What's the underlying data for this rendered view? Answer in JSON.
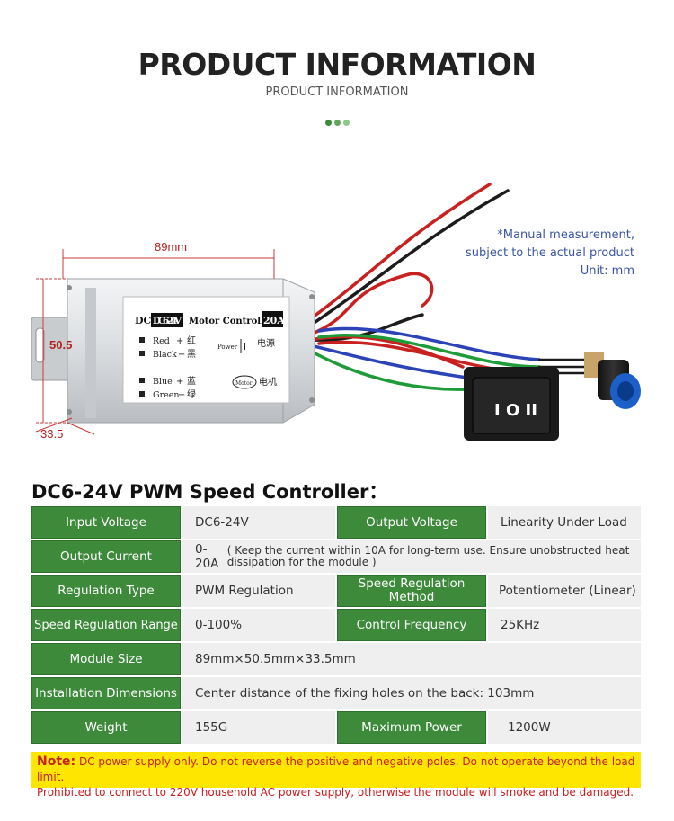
{
  "header": {
    "title": "PRODUCT INFORMATION",
    "subtitle": "PRODUCT INFORMATION"
  },
  "colors": {
    "accent_green": "#3d8a3b",
    "dot_dark": "#3d8a3b",
    "dot_light": "#8cc78a",
    "note_bg": "#ffe600",
    "note_text": "#c82020"
  },
  "measurement_note": {
    "line1": "*Manual measurement,",
    "line2": "subject to the actual product",
    "line3": "Unit: mm"
  },
  "dimensions": {
    "length": "89mm",
    "height": "50.5",
    "depth": "33.5"
  },
  "device_label": {
    "voltage": "DC6-24V",
    "name": "Motor Controller",
    "current": "20A",
    "red": "Red",
    "black": "Black",
    "blue": "Blue",
    "green": "Green",
    "red_cn": "红",
    "black_cn": "黑",
    "blue_cn": "蓝",
    "green_cn": "绿",
    "power": "Power",
    "power_cn": "电源",
    "motor": "Motor",
    "motor_cn": "电机",
    "switch_label": "I O II"
  },
  "spec_title": "DC6-24V PWM Speed Controller：",
  "specs": {
    "input_voltage_label": "Input Voltage",
    "input_voltage_value": "DC6-24V",
    "output_voltage_label": "Output  Voltage",
    "output_voltage_value": "Linearity Under Load",
    "output_current_label": "Output Current",
    "output_current_value": "0-20A",
    "output_current_note": "( Keep the current within 10A for long-term use. Ensure unobstructed heat dissipation for the module )",
    "regulation_type_label": "Regulation Type",
    "regulation_type_value": "PWM Regulation",
    "speed_method_label": "Speed Regulation Method",
    "speed_method_value": "Potentiometer (Linear)",
    "speed_range_label": "Speed Regulation Range",
    "speed_range_value": "0-100%",
    "control_freq_label": "Control Frequency",
    "control_freq_value": "25KHz",
    "module_size_label": "Module Size",
    "module_size_value": "89mm×50.5mm×33.5mm",
    "install_label": "Installation Dimensions",
    "install_value": "Center distance of the fixing holes on the back: 103mm",
    "weight_label": "Weight",
    "weight_value": "155G",
    "max_power_label": "Maximum Power",
    "max_power_value": "1200W"
  },
  "note": {
    "label": "Note:",
    "line1": "DC power supply only. Do not reverse the positive and negative poles. Do not operate beyond the load limit.",
    "line2": "Prohibited to connect to 220V household AC power supply, otherwise the module will smoke and be damaged."
  }
}
